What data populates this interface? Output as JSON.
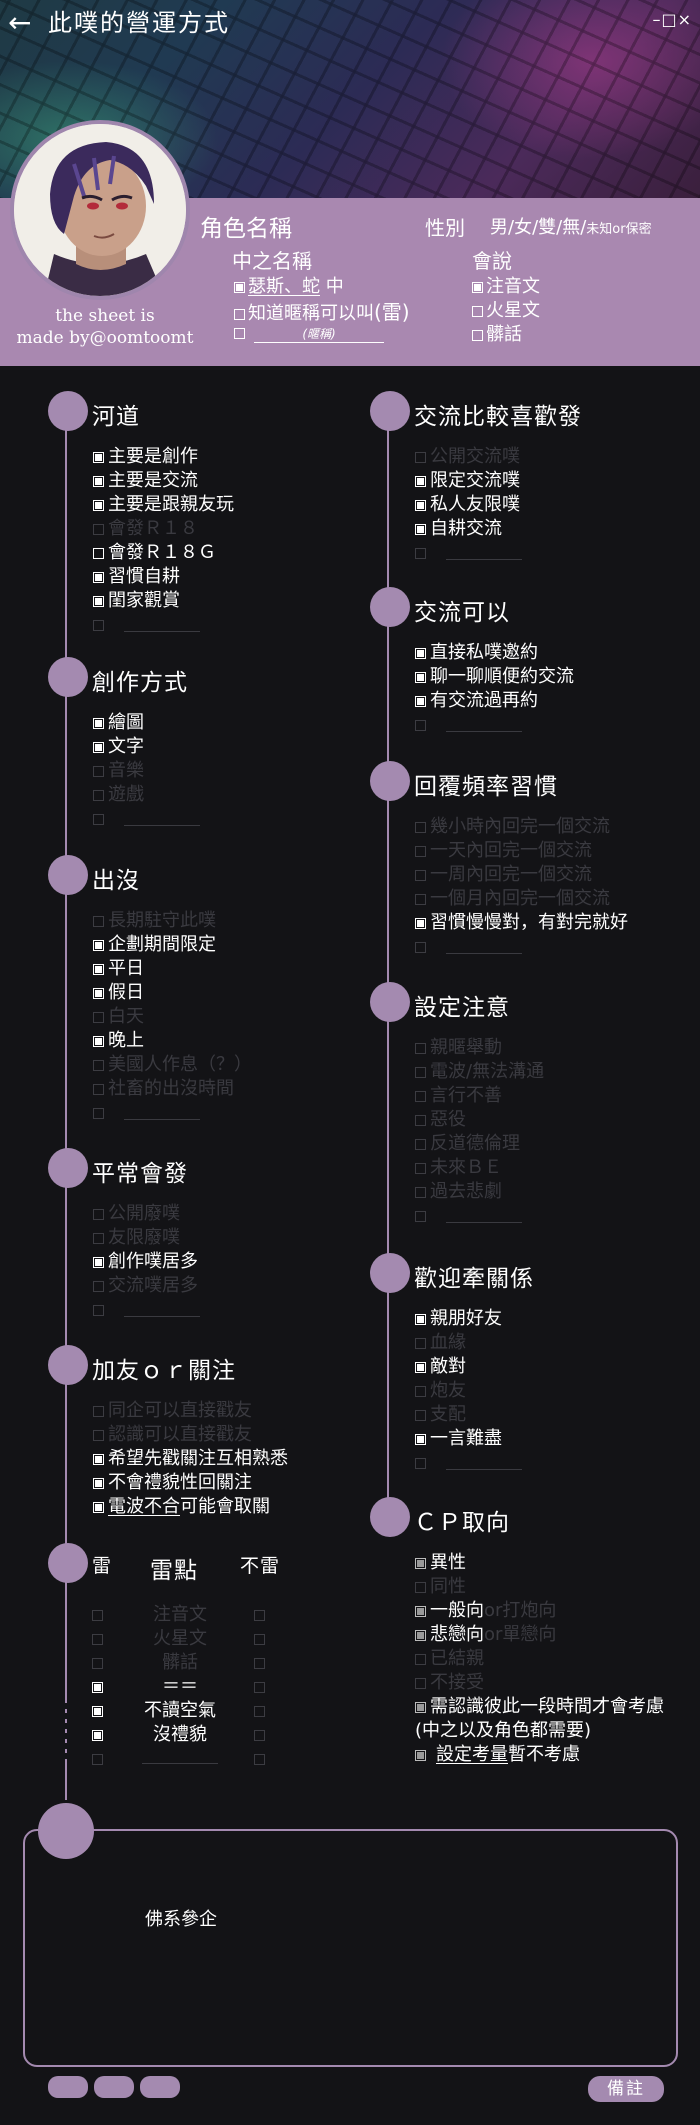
{
  "header": {
    "title": "此噗的營運方式",
    "back_icon": "←",
    "window_controls": "–□×"
  },
  "profile": {
    "credit": [
      "the sheet is",
      "made by@oomtoomt"
    ],
    "char_name_label": "角色名稱",
    "gender_label": "性別",
    "gender_options": "男/女/雙/無/",
    "gender_other": "未知or保密",
    "cn_name_label": "中之名稱",
    "cn_name_value": "瑟斯、蛇",
    "cn_name_suffix": "中",
    "cn_option2": "知道暱稱可以叫",
    "cn_option2_tag": "(雷)",
    "cn_nick_placeholder": "(暱稱)",
    "speaks_label": "會說",
    "speaks": [
      "注音文",
      "火星文",
      "髒話"
    ]
  },
  "sections": {
    "s1": {
      "title": "河道",
      "items": [
        {
          "t": "主要是創作",
          "s": "on"
        },
        {
          "t": "主要是交流",
          "s": "on"
        },
        {
          "t": "主要是跟親友玩",
          "s": "on"
        },
        {
          "t": "會發Ｒ１８",
          "s": "dim"
        },
        {
          "t": "會發Ｒ１８Ｇ",
          "s": "off"
        },
        {
          "t": "習慣自耕",
          "s": "on"
        },
        {
          "t": "閨家觀賞",
          "s": "on"
        },
        {
          "t": "",
          "s": "blank"
        }
      ]
    },
    "s2": {
      "title": "創作方式",
      "items": [
        {
          "t": "繪圖",
          "s": "on"
        },
        {
          "t": "文字",
          "s": "on"
        },
        {
          "t": "音樂",
          "s": "dim"
        },
        {
          "t": "遊戲",
          "s": "dim"
        },
        {
          "t": "",
          "s": "blank"
        }
      ]
    },
    "s3": {
      "title": "出沒",
      "items": [
        {
          "t": "長期駐守此噗",
          "s": "dim"
        },
        {
          "t": "企劃期間限定",
          "s": "on"
        },
        {
          "t": "平日",
          "s": "on"
        },
        {
          "t": "假日",
          "s": "on"
        },
        {
          "t": "白天",
          "s": "dim"
        },
        {
          "t": "晚上",
          "s": "on"
        },
        {
          "t": "美國人作息（？）",
          "s": "dim"
        },
        {
          "t": "社畜的出沒時間",
          "s": "dim"
        },
        {
          "t": "",
          "s": "blank"
        }
      ]
    },
    "s4": {
      "title": "平常會發",
      "items": [
        {
          "t": "公開廢噗",
          "s": "dim"
        },
        {
          "t": "友限廢噗",
          "s": "dim"
        },
        {
          "t": "創作噗居多",
          "s": "on"
        },
        {
          "t": "交流噗居多",
          "s": "dim"
        },
        {
          "t": "",
          "s": "blank"
        }
      ]
    },
    "s5": {
      "title": "加友ｏｒ關注",
      "items": [
        {
          "t": "同企可以直接戳友",
          "s": "dim"
        },
        {
          "t": "認識可以直接戳友",
          "s": "dim"
        },
        {
          "t": "希望先戳關注互相熟悉",
          "s": "on"
        },
        {
          "t": "不會禮貌性回關注",
          "s": "on"
        },
        {
          "t": "電波不合可能會取關",
          "s": "on",
          "u": "電波不合"
        }
      ]
    },
    "s7": {
      "title": "交流比較喜歡發",
      "items": [
        {
          "t": "公開交流噗",
          "s": "dim"
        },
        {
          "t": "限定交流噗",
          "s": "on"
        },
        {
          "t": "私人友限噗",
          "s": "on"
        },
        {
          "t": "自耕交流",
          "s": "on"
        },
        {
          "t": "",
          "s": "blank"
        }
      ]
    },
    "s8": {
      "title": "交流可以",
      "items": [
        {
          "t": "直接私噗邀約",
          "s": "on"
        },
        {
          "t": "聊一聊順便約交流",
          "s": "on"
        },
        {
          "t": "有交流過再約",
          "s": "on"
        },
        {
          "t": "",
          "s": "blank"
        }
      ]
    },
    "s9": {
      "title": "回覆頻率習慣",
      "items": [
        {
          "t": "幾小時內回完一個交流",
          "s": "dim"
        },
        {
          "t": "一天內回完一個交流",
          "s": "dim"
        },
        {
          "t": "一周內回完一個交流",
          "s": "dim"
        },
        {
          "t": "一個月內回完一個交流",
          "s": "dim"
        },
        {
          "t": "習慣慢慢對，有對完就好",
          "s": "on"
        },
        {
          "t": "",
          "s": "blank"
        }
      ]
    },
    "s10": {
      "title": "設定注意",
      "items": [
        {
          "t": "親暱舉動",
          "s": "dim"
        },
        {
          "t": "電波/無法溝通",
          "s": "dim"
        },
        {
          "t": "言行不善",
          "s": "dim"
        },
        {
          "t": "惡役",
          "s": "dim"
        },
        {
          "t": "反道德倫理",
          "s": "dim"
        },
        {
          "t": "未來ＢＥ",
          "s": "dim"
        },
        {
          "t": "過去悲劇",
          "s": "dim"
        },
        {
          "t": "",
          "s": "blank"
        }
      ]
    },
    "s11": {
      "title": "歡迎牽關係",
      "items": [
        {
          "t": "親朋好友",
          "s": "on"
        },
        {
          "t": "血緣",
          "s": "dim"
        },
        {
          "t": "敵對",
          "s": "on"
        },
        {
          "t": "炮友",
          "s": "dim"
        },
        {
          "t": "支配",
          "s": "dim"
        },
        {
          "t": "一言難盡",
          "s": "on"
        },
        {
          "t": "",
          "s": "blank"
        }
      ]
    },
    "s12": {
      "title": "ＣＰ取向",
      "items": [
        {
          "t": "異性",
          "s": "grey"
        },
        {
          "t": "同性",
          "s": "greyoff"
        },
        {
          "t": "一般向",
          "x": "or打炮向",
          "s": "grey"
        },
        {
          "t": "悲戀向",
          "x": "or單戀向",
          "s": "grey"
        },
        {
          "t": "已結親",
          "s": "greyoff"
        },
        {
          "t": "不接受",
          "s": "greyoff"
        },
        {
          "t": "需認識彼此一段時間才會考慮",
          "s": "grey"
        },
        {
          "t": "(中之以及角色都需要)",
          "s": "plain"
        }
      ]
    }
  },
  "s12_last": {
    "u": "設定考量",
    "rest": "暫不考慮"
  },
  "lei": {
    "title": "雷",
    "mid": "雷點",
    "right": "不雷",
    "rows": [
      {
        "t": "注音文",
        "l": "dim",
        "r": "dim",
        "dim": true
      },
      {
        "t": "火星文",
        "l": "dim",
        "r": "dim",
        "dim": true
      },
      {
        "t": "髒話",
        "l": "dim",
        "r": "dim",
        "dim": true
      },
      {
        "t": "＝＝",
        "l": "on",
        "r": "dim",
        "dim": false
      },
      {
        "t": "不讀空氣",
        "l": "on",
        "r": "dim",
        "dim": false
      },
      {
        "t": "沒禮貌",
        "l": "on",
        "r": "dim",
        "dim": false
      },
      {
        "t": "",
        "l": "dim",
        "r": "dim",
        "dim": true
      }
    ]
  },
  "note": {
    "text": "佛系參企"
  },
  "footer": {
    "remark_button": "備註"
  }
}
